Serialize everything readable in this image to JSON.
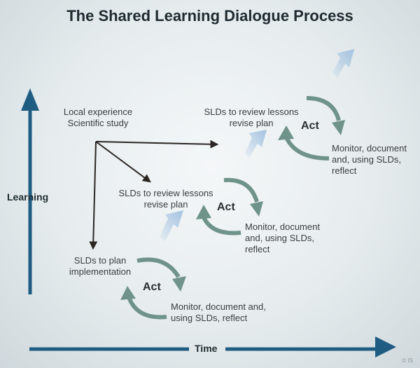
{
  "title": "The Shared Learning Dialogue Process",
  "axes": {
    "y_label": "Learning",
    "x_label": "Time"
  },
  "origin": {
    "lines": [
      "Local experience",
      "Scientific study"
    ]
  },
  "cycles": [
    {
      "plan_lines": [
        "SLDs to plan",
        "implementation"
      ],
      "act": "Act",
      "monitor_lines": [
        "Monitor, document and,",
        "using SLDs, reflect"
      ]
    },
    {
      "plan_lines": [
        "SLDs to review lessons",
        "revise plan"
      ],
      "act": "Act",
      "monitor_lines": [
        "Monitor, document",
        "and, using SLDs,",
        "reflect"
      ]
    },
    {
      "plan_lines": [
        "SLDs to review lessons",
        "revise plan"
      ],
      "act": "Act",
      "monitor_lines": [
        "Monitor, document",
        "and, using SLDs,",
        "reflect"
      ]
    }
  ],
  "copyright": "© IS",
  "colors": {
    "axis": "#1f5c82",
    "cycle_arrow": "#6f9389",
    "transition_arrow": "#9fbfdf",
    "black_arrow": "#2b2622"
  }
}
